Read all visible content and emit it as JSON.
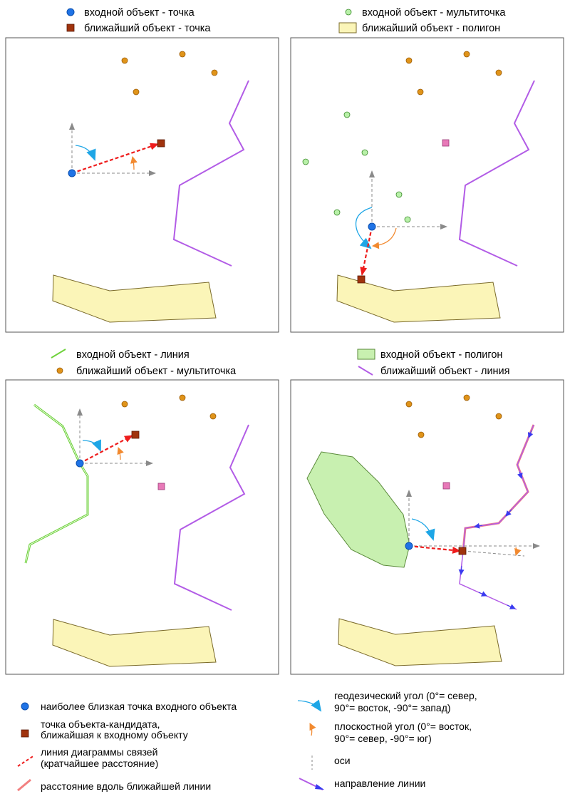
{
  "panels": {
    "top_left": {
      "legend_1": "входной объект - точка",
      "legend_2": "ближайший объект - точка"
    },
    "top_right": {
      "legend_1": "входной объект - мультиточка",
      "legend_2": "ближайший объект - полигон"
    },
    "bottom_left": {
      "legend_1": "входной объект - линия",
      "legend_2": "ближайший объект - мультиточка"
    },
    "bottom_right": {
      "legend_1": "входной объект - полигон",
      "legend_2": "ближайший объект - линия"
    }
  },
  "key": {
    "closest_point": "наиболее близкая точка входного объекта",
    "candidate_point_1": "точка объекта-кандидата,",
    "candidate_point_2": "ближайшая к входному объекту",
    "link_line_1": "линия диаграммы связей",
    "link_line_2": "(кратчайшее расстояние)",
    "along_line": "расстояние вдоль ближайшей линии",
    "geodesic_1": "геодезический угол (0°= север,",
    "geodesic_2": "90°= восток, -90°= запад)",
    "planar_1": "плоскостной угол (0°= восток,",
    "planar_2": "90°= север, -90°= юг)",
    "axes": "оси",
    "line_direction": "направление линии"
  },
  "colors": {
    "input_point": "#1f73e6",
    "near_point": "#a0330d",
    "polygon_fill": "#fbf5b8",
    "polygon_green": "#c8f0b0",
    "multipoint_orange": "#e0941a",
    "multipoint_green": "#b8f0a8",
    "line_purple": "#b25ce6",
    "line_green": "#6fd23c",
    "link_red": "#ee1c1c",
    "along_pink": "#f28080",
    "geodesic_blue": "#1ea6e6",
    "planar_orange": "#f28a30",
    "axis_gray": "#8a8a8a",
    "direction_blue": "#3a3af0",
    "pink_square": "#e879b8"
  }
}
